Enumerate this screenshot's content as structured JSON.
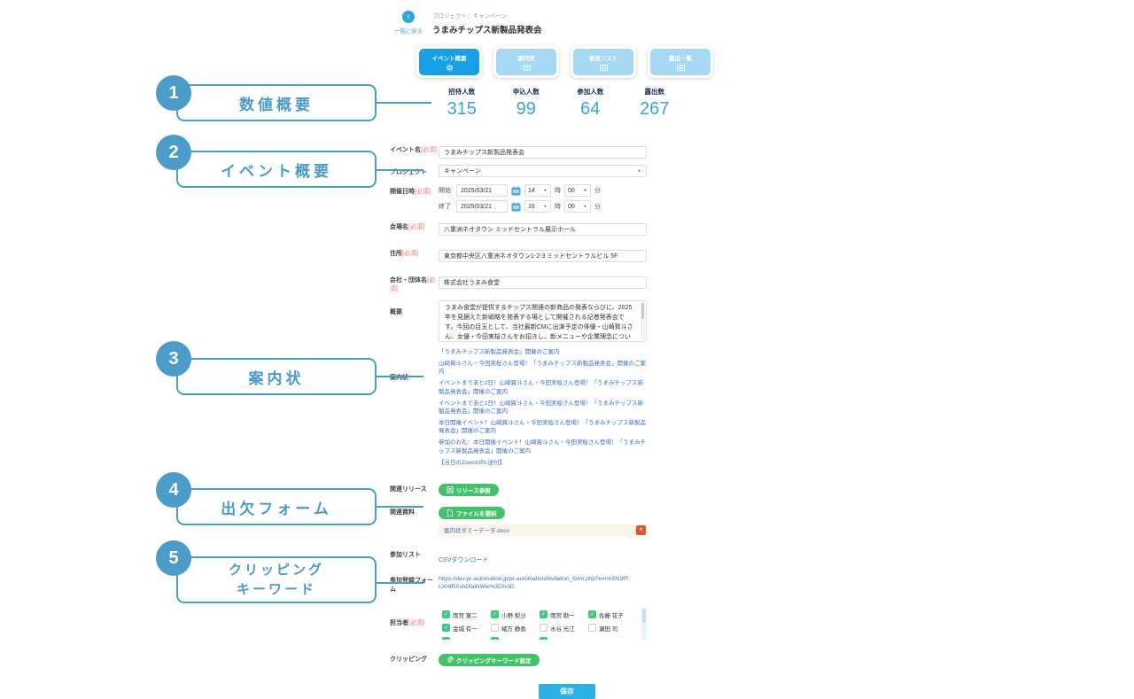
{
  "callouts": [
    {
      "num": "1",
      "label": "数値概要"
    },
    {
      "num": "2",
      "label": "イベント概要"
    },
    {
      "num": "3",
      "label": "案内状"
    },
    {
      "num": "4",
      "label": "出欠フォーム"
    },
    {
      "num": "5",
      "label_line1": "クリッピング",
      "label_line2": "キーワード"
    }
  ],
  "header": {
    "back_label": "一覧に戻る",
    "back_icon": "‹",
    "breadcrumb": "プロジェクト：キャンペーン",
    "title": "うまみチップス新製品発表会"
  },
  "tabs": [
    {
      "label": "イベント概要",
      "icon": "gear",
      "active": true
    },
    {
      "label": "案内状",
      "icon": "envelope",
      "active": false
    },
    {
      "label": "参加リスト",
      "icon": "list",
      "active": false
    },
    {
      "label": "露出一覧",
      "icon": "list",
      "active": false
    }
  ],
  "stats": [
    {
      "label": "招待人数",
      "value": "315"
    },
    {
      "label": "申込人数",
      "value": "99"
    },
    {
      "label": "参加人数",
      "value": "64"
    },
    {
      "label": "露出数",
      "value": "267"
    }
  ],
  "colors": {
    "accent_blue": "#18a0e6",
    "light_blue": "#a7d9f4",
    "callout_blue": "#4a9cc9",
    "stat_blue": "#38a6dd",
    "green": "#42c36a",
    "required_red": "#f0716d",
    "link_blue": "#3a6fc8",
    "delete_orange": "#e0532c",
    "save_cyan": "#29b2e5"
  },
  "form": {
    "required": "[必須]",
    "event_name_label": "イベント名",
    "event_name_value": "うまみチップス新製品発表会",
    "project_label": "プロジェクト",
    "project_value": "キャンペーン",
    "datetime_label": "開催日時",
    "start_label": "開始",
    "end_label": "終了",
    "start_date": "2025/03/21",
    "end_date": "2025/03/21",
    "start_hour": "14",
    "end_hour": "16",
    "start_min": "00",
    "end_min": "00",
    "hour_unit": "時",
    "min_unit": "分",
    "venue_label": "会場名",
    "venue_value": "八重洲ネオタウン ミッドセントラル展示ホール",
    "address_label": "住所",
    "address_value": "東京都中央区八重洲ネオタウン1-2-3 ミッドセントラルビル 5F",
    "company_label": "会社・団体名",
    "company_value": "株式会社うまみ食堂",
    "overview_label": "概要",
    "overview_value": "うまみ食堂が提供するチップス関連の新商品の発表ならびに、2025年を見据えた新戦略を発表する場として開催される記者発表会です。今回の目玉として、当社最新CMに出演予定の俳優・山崎賀斗さん、女優・今田実桜さんをお招きし、新メニューや企業理念について語っていただきます。さらに、当日は新製品を実際にご試食いただくブースを設",
    "invitation_label": "案内状",
    "invitations": [
      {
        "text": "「うまみチップス新製品発表会」開催のご案内"
      },
      {
        "text": "山崎賀斗さん・今田実桜さん登場！「うまみチップス新製品発表会」開催のご案内"
      },
      {
        "text": "イベントまであと2日！山崎賀斗さん・今田実桜さん登場！「うまみチップス新製品発表会」開催のご案内"
      },
      {
        "text": "イベントまであと1日！山崎賀斗さん・今田実桜さん登場！「うまみチップス新製品発表会」開催のご案内"
      },
      {
        "text": "本日開催イベント！山崎賀斗さん・今田実桜さん登場！「うまみチップス新製品発表会」開催のご案内"
      },
      {
        "text": "参加のお礼：本日開催イベント！山崎賀斗さん・今田実桜さん登場！「うまみチップス新製品発表会」開催のご案内"
      },
      {
        "text": "【当日のZoomURL送付】"
      }
    ],
    "release_label": "関連リリース",
    "release_button": "リリース参照",
    "materials_label": "関連資料",
    "materials_button": "ファイルを選択",
    "material_file": "案内状ダミーデータ.docx",
    "delete_symbol": "×",
    "list_label": "参加リスト",
    "csv_link": "CSVダウンロード",
    "regform_label": "参加登録フォーム",
    "regform_url": "https://dev.pr-automation.jp/pr-automation/invitation_form.php?e=nmPk9fPLXHfRXshDfaiNWw%3D%3D",
    "staff_label": "担当者",
    "staff": [
      {
        "name": "雨宮 寛二",
        "checked": true
      },
      {
        "name": "小野 梨沙",
        "checked": true
      },
      {
        "name": "雨宮 勘一",
        "checked": true
      },
      {
        "name": "佐藤 花子",
        "checked": true
      },
      {
        "name": "金城 有一",
        "checked": true
      },
      {
        "name": "緒方 静香",
        "checked": false
      },
      {
        "name": "水谷 光江",
        "checked": false
      },
      {
        "name": "瀬田 司",
        "checked": false
      }
    ],
    "clipping_label": "クリッピング",
    "clipping_button": "クリッピングキーワード設定",
    "save_button": "保存",
    "checkmark": "✓"
  }
}
